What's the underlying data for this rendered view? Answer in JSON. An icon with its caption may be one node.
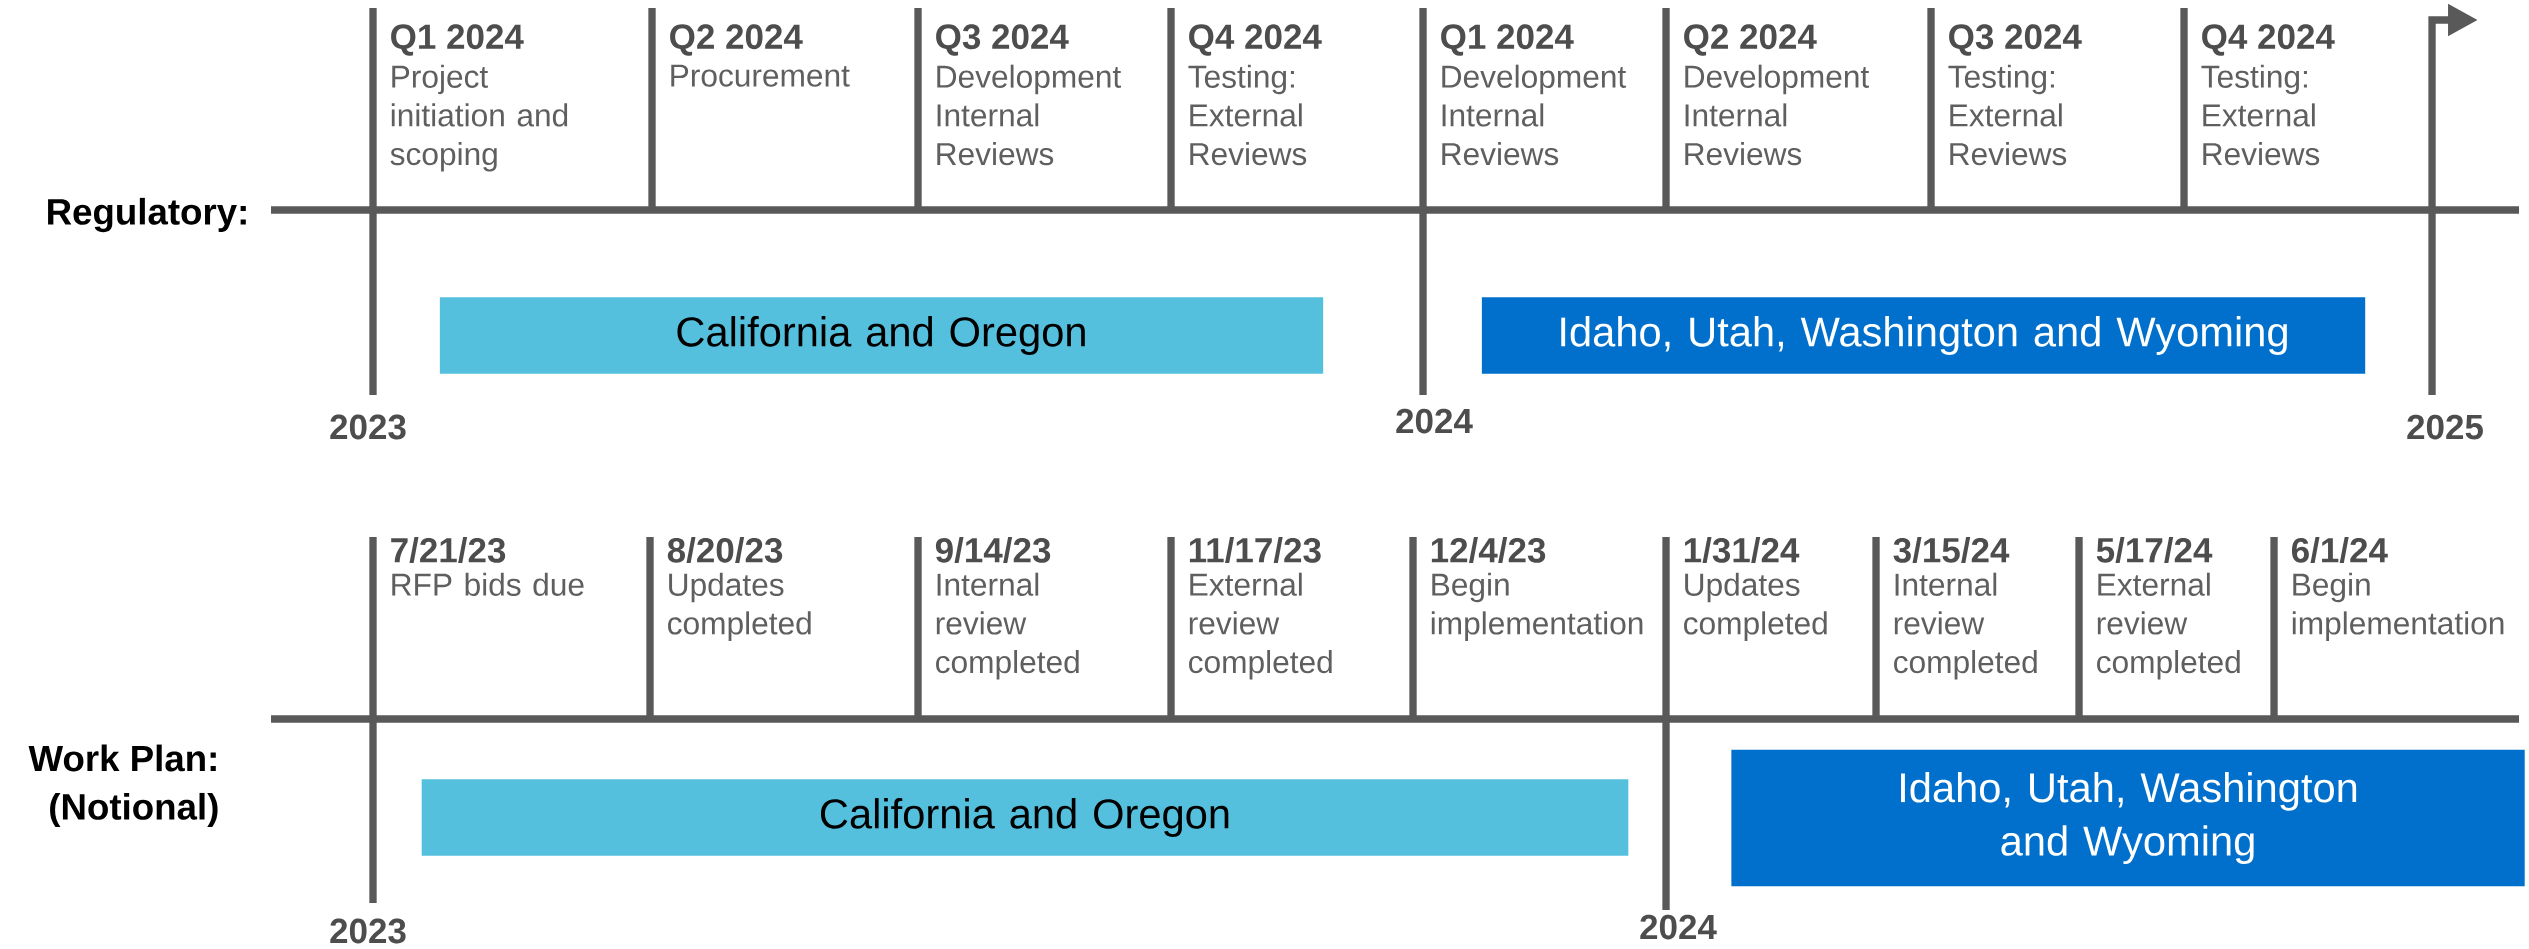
{
  "diagram": {
    "nodes": [
      {
        "text": [
          "California and Oregon"
        ]
      },
      {
        "text": [
          "Idaho, Utah, Washington and Wyoming"
        ]
      },
      {
        "text": [
          "California and Oregon"
        ]
      },
      {
        "text": [
          "Idaho, Utah, Washington and Wyoming"
        ]
      }
    ],
    "labels": [
      "Q1 2024",
      "Project initiation and scoping",
      "Q2 2024",
      "Procurement",
      "Q3 2024",
      "Development Internal Reviews",
      "Q4 2024",
      "Testing: External Reviews",
      "Q1 2024",
      "Development Internal Reviews",
      "Q2 2024",
      "Development Internal Reviews",
      "Q3 2024",
      "Testing: External Reviews",
      "Q4 2024",
      "Testing: External Reviews",
      "Regulatory:",
      "2023",
      "2024",
      "2025",
      "7/21/23",
      "RFP bids due",
      "8/20/23",
      "Updates completed",
      "9/14/23",
      "Internal review completed",
      "11/17/23",
      "External review completed",
      "12/4/23",
      "Begin implementation",
      "1/31/24",
      "Updates completed",
      "3/15/24",
      "Internal review completed",
      "5/17/24",
      "External review completed",
      "6/1/24",
      "Begin implementation",
      "Work Plan:",
      "(Notional)",
      "2023",
      "2024"
    ]
  }
}
